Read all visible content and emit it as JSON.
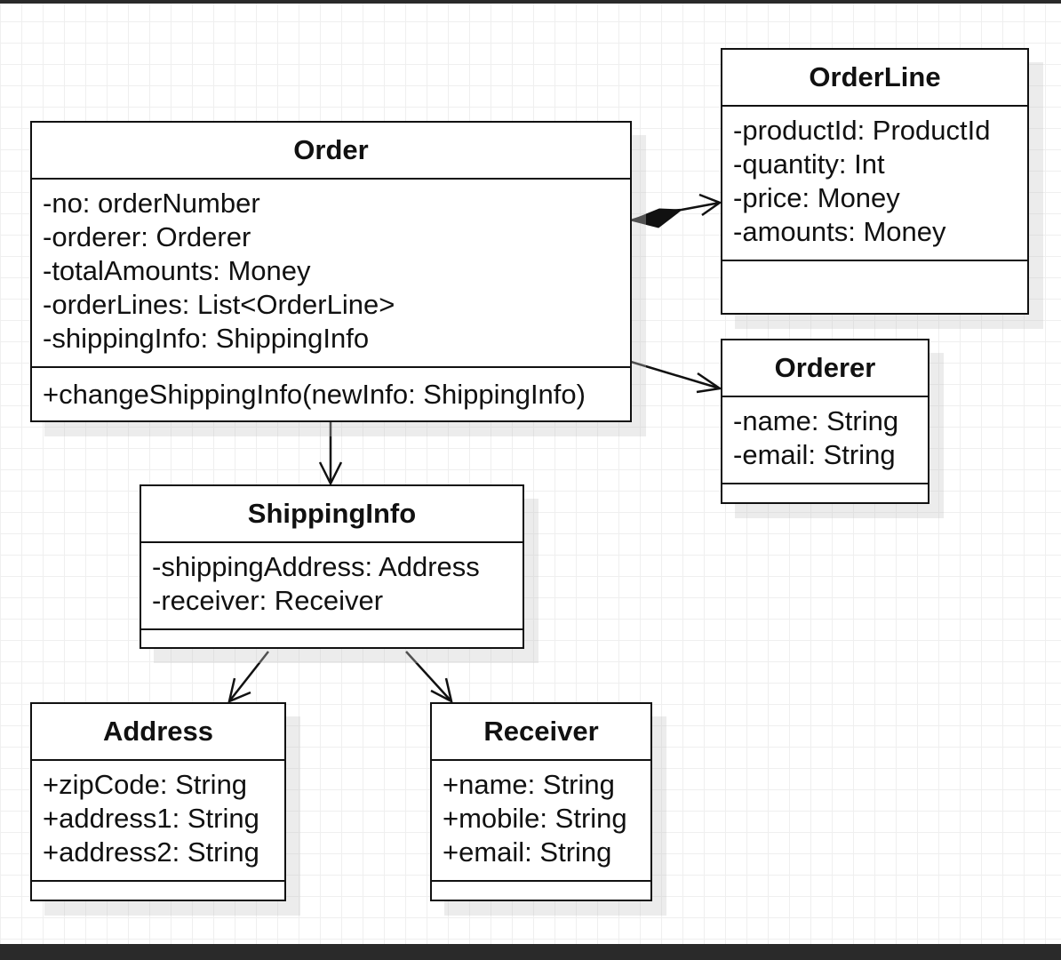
{
  "classes": {
    "order": {
      "name": "Order",
      "attributes": [
        "-no: orderNumber",
        "-orderer: Orderer",
        "-totalAmounts: Money",
        "-orderLines: List<OrderLine>",
        "-shippingInfo: ShippingInfo"
      ],
      "operations": [
        "+changeShippingInfo(newInfo: ShippingInfo)"
      ]
    },
    "orderline": {
      "name": "OrderLine",
      "attributes": [
        "-productId: ProductId",
        "-quantity: Int",
        "-price: Money",
        "-amounts: Money"
      ],
      "operations": []
    },
    "orderer": {
      "name": "Orderer",
      "attributes": [
        "-name: String",
        "-email: String"
      ],
      "operations": []
    },
    "shippinginfo": {
      "name": "ShippingInfo",
      "attributes": [
        "-shippingAddress: Address",
        "-receiver: Receiver"
      ],
      "operations": []
    },
    "address": {
      "name": "Address",
      "attributes": [
        "+zipCode: String",
        "+address1: String",
        "+address2: String"
      ],
      "operations": []
    },
    "receiver": {
      "name": "Receiver",
      "attributes": [
        "+name: String",
        "+mobile: String",
        "+email: String"
      ],
      "operations": []
    }
  },
  "relationships": [
    {
      "from": "Order",
      "to": "OrderLine",
      "kind": "composition"
    },
    {
      "from": "Order",
      "to": "Orderer",
      "kind": "association"
    },
    {
      "from": "Order",
      "to": "ShippingInfo",
      "kind": "association"
    },
    {
      "from": "ShippingInfo",
      "to": "Address",
      "kind": "association"
    },
    {
      "from": "ShippingInfo",
      "to": "Receiver",
      "kind": "association"
    }
  ]
}
